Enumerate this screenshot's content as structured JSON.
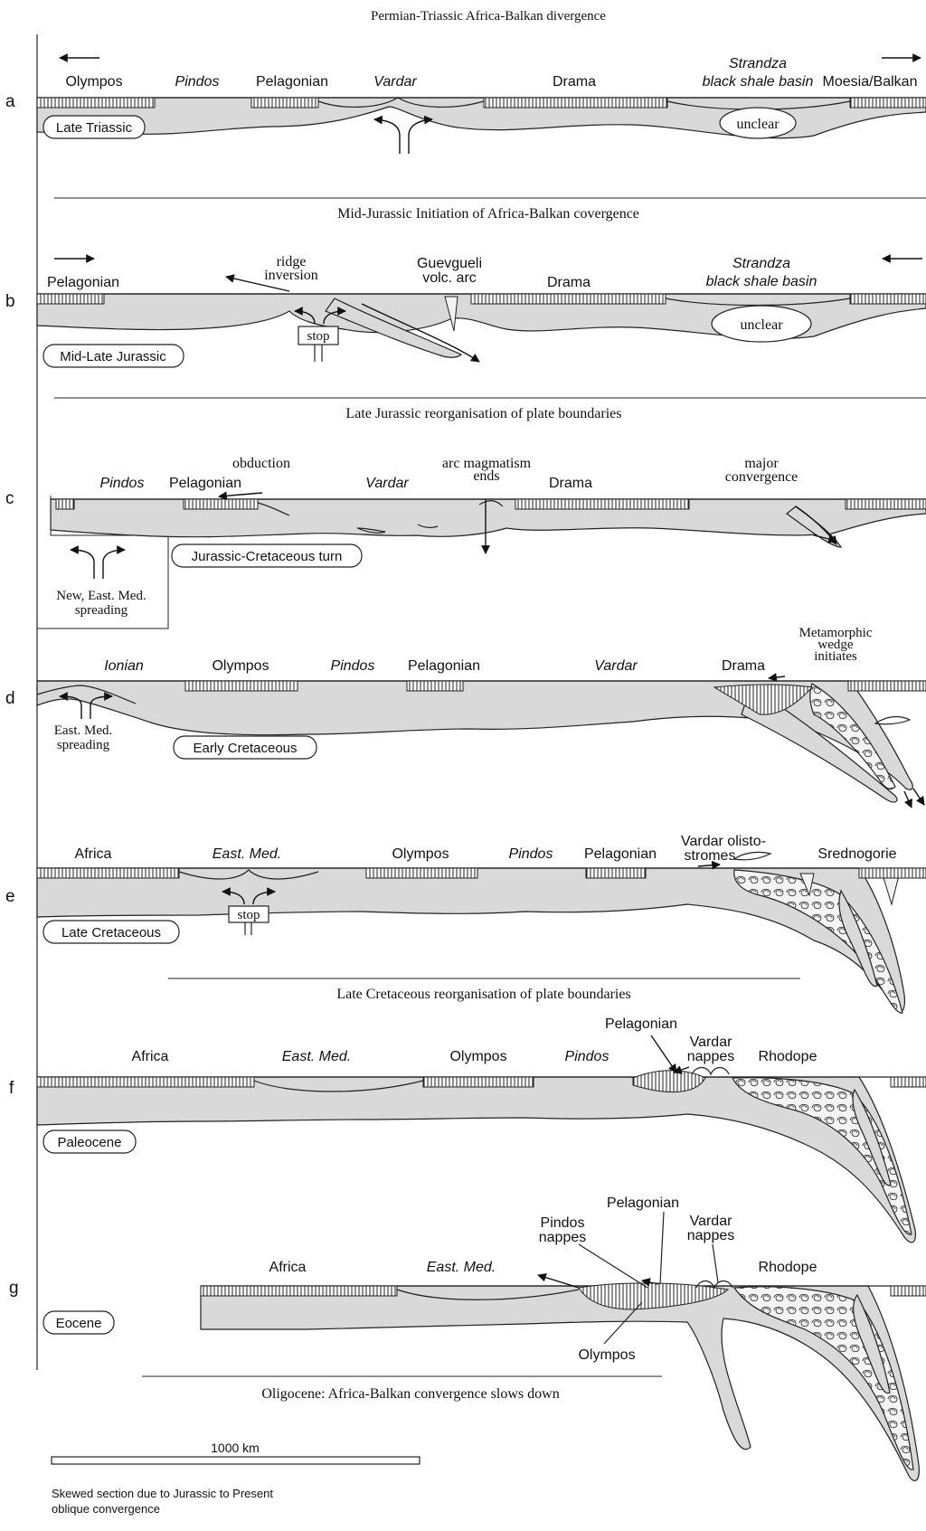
{
  "sections": [
    {
      "letter": "a",
      "header": "Permian-Triassic Africa-Balkan divergence",
      "age": "Late Triassic",
      "labels": {
        "l1": "Olympos",
        "l2": "Pindos",
        "l3": "Pelagonian",
        "l4": "Vardar",
        "l5": "Drama",
        "l6a": "Strandza",
        "l6b": "black shale basin",
        "l7": "Moesia/Balkan"
      },
      "unclear": "unclear"
    },
    {
      "letter": "b",
      "header": "Mid-Jurassic Initiation of Africa-Balkan covergence",
      "age": "Mid-Late Jurassic",
      "labels": {
        "l1": "Pelagonian",
        "l2a": "ridge",
        "l2b": "inversion",
        "l3a": "Guevgueli",
        "l3b": "volc. arc",
        "l4": "Drama",
        "l5a": "Strandza",
        "l5b": "black shale basin"
      },
      "stop": "stop",
      "unclear": "unclear"
    },
    {
      "letter": "c",
      "header": "Late Jurassic reorganisation of plate boundaries",
      "age": "Jurassic-Cretaceous turn",
      "labels": {
        "l1": "Pindos",
        "l2": "Pelagonian",
        "l2b": "obduction",
        "l3": "Vardar",
        "l4a": "arc magmatism",
        "l4b": "ends",
        "l5": "Drama",
        "l6a": "major",
        "l6b": "convergence"
      },
      "spreading": [
        "New, East. Med.",
        "spreading"
      ]
    },
    {
      "letter": "d",
      "age": "Early Cretaceous",
      "labels": {
        "l1": "Ionian",
        "l2": "Olympos",
        "l3": "Pindos",
        "l4": "Pelagonian",
        "l5": "Vardar",
        "l6": "Drama",
        "l7a": "Metamorphic",
        "l7b": "wedge",
        "l7c": "initiates"
      },
      "spreading": [
        "East. Med.",
        "spreading"
      ]
    },
    {
      "letter": "e",
      "age": "Late Cretaceous",
      "labels": {
        "l1": "Africa",
        "l2": "East. Med.",
        "l3": "Olympos",
        "l4": "Pindos",
        "l5": "Pelagonian",
        "l6a": "Vardar olisto-",
        "l6b": "stromes",
        "l7": "Srednogorie"
      },
      "stop": "stop",
      "footer": "Late Cretaceous reorganisation of plate boundaries"
    },
    {
      "letter": "f",
      "age": "Paleocene",
      "labels": {
        "l1": "Africa",
        "l2": "East. Med.",
        "l3": "Olympos",
        "l4": "Pindos",
        "l5": "Pelagonian",
        "l6a": "Vardar",
        "l6b": "nappes",
        "l7": "Rhodope"
      }
    },
    {
      "letter": "g",
      "age": "Eocene",
      "labels": {
        "l1": "Africa",
        "l2": "East. Med.",
        "l3a": "Pindos",
        "l3b": "nappes",
        "l4": "Pelagonian",
        "l5a": "Vardar",
        "l5b": "nappes",
        "l6": "Rhodope",
        "l7": "Olympos"
      },
      "footer": "Oligocene: Africa-Balkan convergence slows down"
    }
  ],
  "scale": {
    "label": "1000 km"
  },
  "note": [
    "Skewed section due to Jurassic to Present",
    "oblique convergence"
  ],
  "colors": {
    "plate_fill": "#d9d9d9",
    "outline": "#222222",
    "background": "#ffffff"
  }
}
